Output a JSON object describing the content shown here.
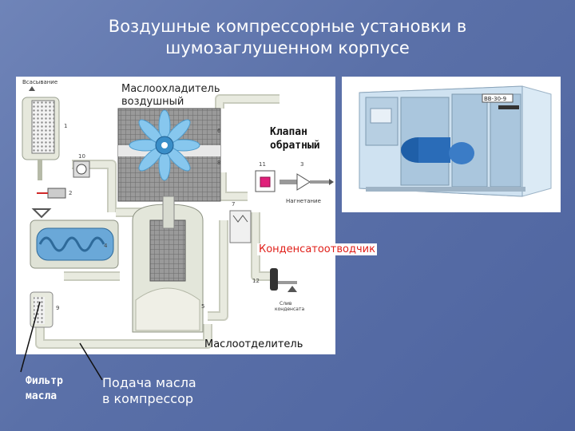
{
  "title": {
    "line1": "Воздушные компрессорные установки в",
    "line2": "шумозаглушенном корпусе"
  },
  "schematic": {
    "intake_label": "Всасывание",
    "discharge_label": "Нагнетание",
    "condensate_drain_label": [
      "Слив",
      "конденсата"
    ],
    "part_numbers": [
      "1",
      "2",
      "3",
      "4",
      "5",
      "6",
      "7",
      "8",
      "9",
      "10",
      "11",
      "12"
    ]
  },
  "labels": {
    "oil_cooler": [
      "Маслоохладитель",
      "воздушный"
    ],
    "check_valve": [
      "Клапан",
      "обратный"
    ],
    "condensate_trap": "Конденсатоотводчик",
    "oil_separator": "Маслоотделитель",
    "oil_filter": [
      "Фильтр",
      "масла"
    ],
    "oil_supply": [
      "Подача масла",
      "в компрессор"
    ]
  },
  "photo": {
    "unit_tag": "ВВ-30-9"
  },
  "colors": {
    "background": "#5a70a8",
    "pipe_fill": "#e2e4d8",
    "pipe_stroke": "#a7ab9b",
    "cooler_grid": "#7a7a7a",
    "fan": "#87c7ee",
    "valve": "#e0207a",
    "label_red": "#e0201a"
  }
}
